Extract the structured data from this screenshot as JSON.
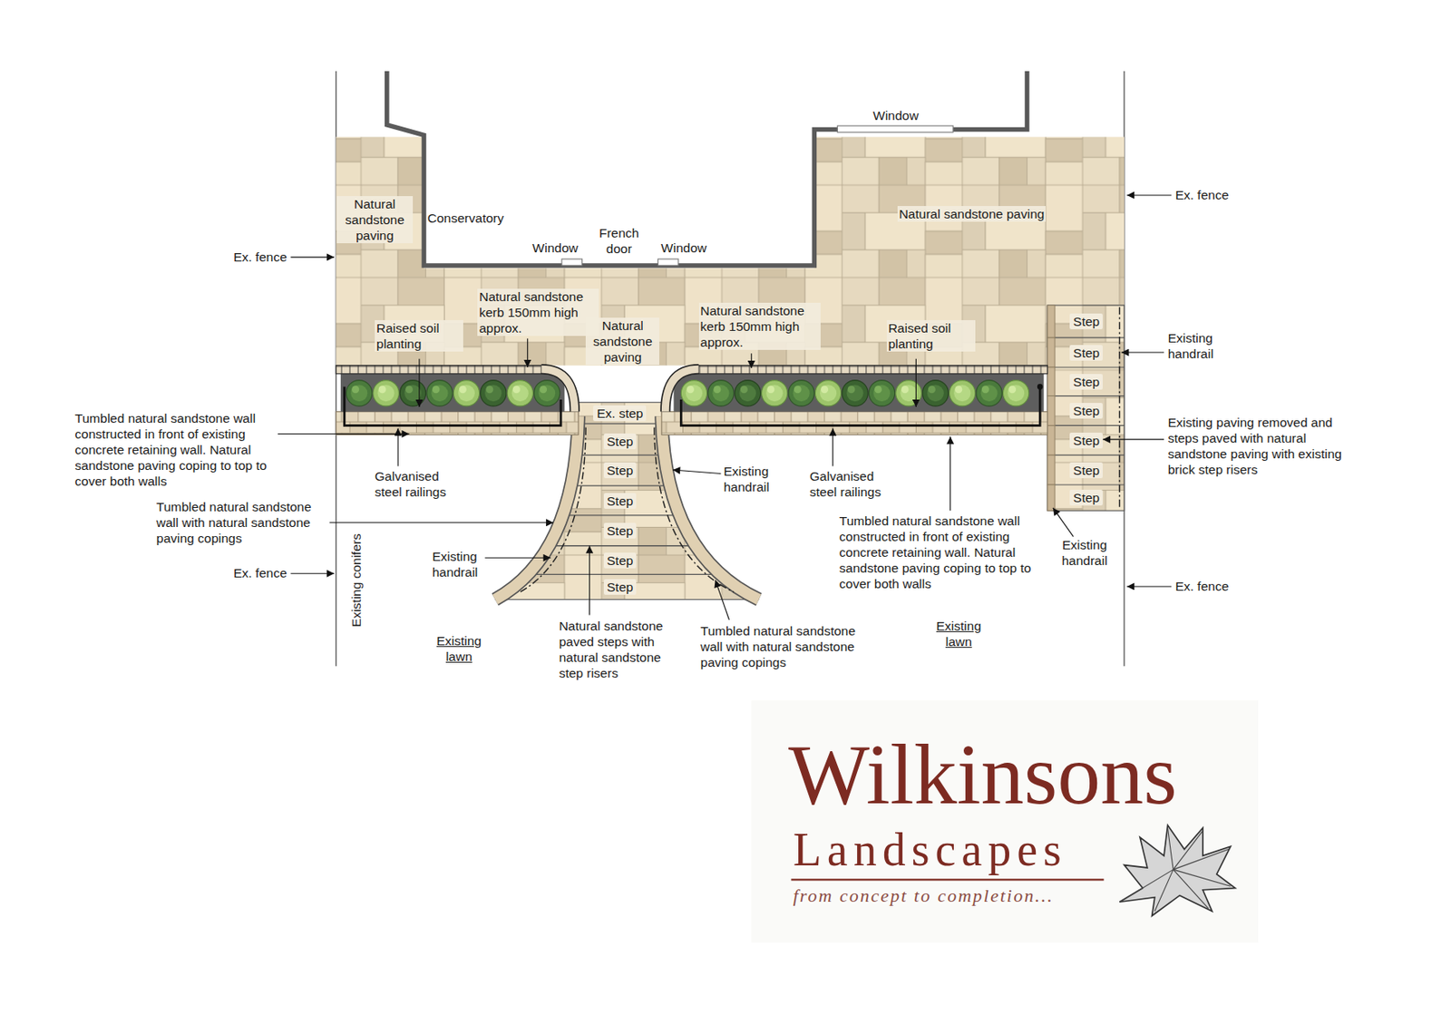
{
  "diagram": {
    "nodes": [
      {
        "text": [
          "Conservatory"
        ]
      },
      {
        "text": [
          "Ex. step"
        ]
      },
      {
        "text": [
          "Step"
        ]
      },
      {
        "text": [
          "Step"
        ]
      },
      {
        "text": [
          "Step"
        ]
      },
      {
        "text": [
          "Step"
        ]
      },
      {
        "text": [
          "Step"
        ]
      },
      {
        "text": [
          "Step"
        ]
      },
      {
        "text": [
          "Step"
        ]
      },
      {
        "text": [
          "Step"
        ]
      },
      {
        "text": [
          "Step"
        ]
      },
      {
        "text": [
          "Step"
        ]
      },
      {
        "text": [
          "Step"
        ]
      },
      {
        "text": [
          "Step"
        ]
      },
      {
        "text": [
          "Step"
        ]
      }
    ],
    "edges": [],
    "labels": [
      "Natural sandstone paving",
      "Ex. fence",
      "Window",
      "French door",
      "Window",
      "Window",
      "Ex. fence",
      "Natural sandstone paving",
      "Natural sandstone kerb 150mm high approx.",
      "Natural sandstone paving",
      "Natural sandstone kerb 150mm high approx.",
      "Raised soil planting",
      "Raised soil planting",
      "Existing handrail",
      "Existing paving removed and steps paved with natural sandstone paving with existing brick step risers",
      "Tumbled natural sandstone wall constructed in front of existing concrete retaining wall. Natural sandstone paving coping to top to cover both walls",
      "Galvanised steel railings",
      "Existing handrail",
      "Galvanised steel railings",
      "Tumbled natural sandstone wall constructed in front of existing concrete retaining wall. Natural sandstone paving coping to top to cover both walls",
      "Tumbled natural sandstone wall with natural sandstone paving copings",
      "Existing handrail",
      "Ex. fence",
      "Ex. fence",
      "Existing conifers",
      "Existing handrail",
      "Existing lawn",
      "Natural sandstone paved steps with natural sandstone step risers",
      "Tumbled natural sandstone wall with natural sandstone paving copings",
      "Existing lawn",
      "Wilkinsons",
      "Landscapes",
      "from concept to completion..."
    ]
  }
}
